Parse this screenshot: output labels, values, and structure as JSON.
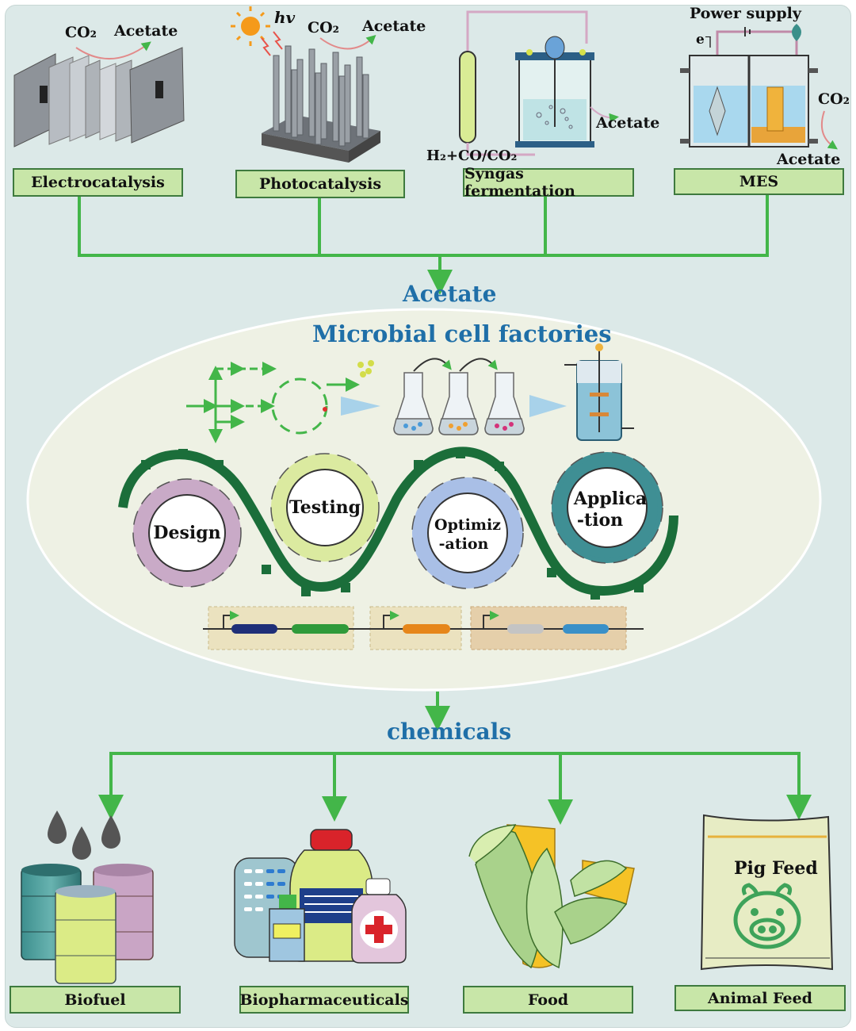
{
  "methods": {
    "electrocatalysis": {
      "label": "Electrocatalysis",
      "input": "CO₂",
      "output": "Acetate"
    },
    "photocatalysis": {
      "label": "Photocatalysis",
      "light": "hv",
      "input": "CO₂",
      "output": "Acetate"
    },
    "syngas": {
      "label": "Syngas fermentation",
      "gas": "H₂+CO/CO₂",
      "output": "Acetate"
    },
    "mes": {
      "label": "MES",
      "power": "Power supply",
      "electron": "e⁻",
      "input": "CO₂",
      "output": "Acetate"
    }
  },
  "center": {
    "acetate": "Acetate",
    "factories": "Microbial cell factories",
    "gears": {
      "design": "Design",
      "testing": "Testing",
      "optimization_1": "Optimiz",
      "optimization_2": "-ation",
      "application_1": "Applica",
      "application_2": "-tion"
    },
    "chemicals": "chemicals"
  },
  "products": {
    "biofuel": "Biofuel",
    "biopharma": "Biopharmaceuticals",
    "food": "Food",
    "animal_feed": "Animal Feed",
    "pig_feed": "Pig Feed"
  },
  "colors": {
    "arrow_green": "#43b649",
    "label_fill": "#c8e6a8",
    "title_blue": "#1f6fa8",
    "dark_green": "#1b6e3a"
  }
}
